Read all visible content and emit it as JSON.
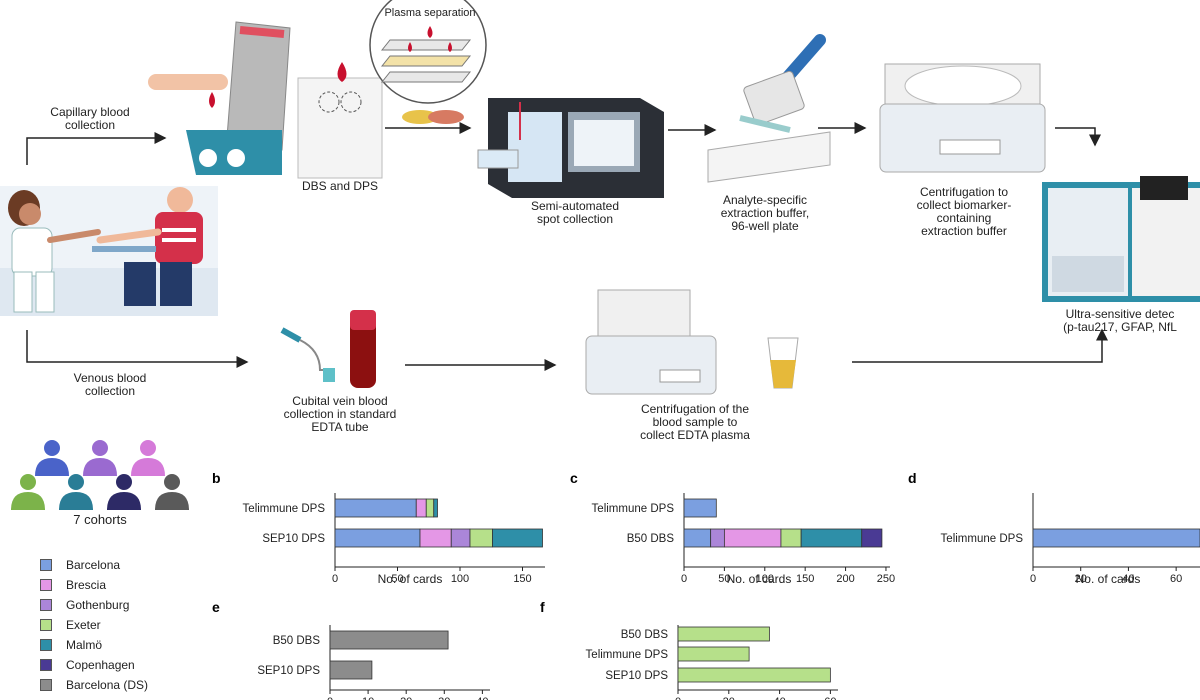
{
  "workflow": {
    "plasma_separation": "Plasma separation",
    "capillary": "Capillary blood\ncollection",
    "dbs_dps": "DBS and DPS",
    "semi_automated": "Semi-automated\nspot collection",
    "extraction_buffer": "Analyte-specific\nextraction buffer,\n96-well plate",
    "centrifugation_top": "Centrifugation to\ncollect biomarker-\ncontaining\nextraction buffer",
    "ultra_sensitive": "Ultra-sensitive detec\n(p-tau217, GFAP, NfL",
    "venous": "Venous blood\ncollection",
    "cubital": "Cubital vein blood\ncollection in standard\nEDTA tube",
    "centrifugation_bottom": "Centrifugation of the\nblood sample to\ncollect EDTA plasma"
  },
  "cohorts_label": "7 cohorts",
  "cohort_icon_colors": [
    "#4a63c9",
    "#9a6ad0",
    "#d57ad9",
    "#7cb34a",
    "#2a7d96",
    "#2d2a66",
    "#5a5a5a"
  ],
  "legend": [
    {
      "label": "Barcelona",
      "color": "#7b9fe0"
    },
    {
      "label": "Brescia",
      "color": "#e497e6"
    },
    {
      "label": "Gothenburg",
      "color": "#ab86d9"
    },
    {
      "label": "Exeter",
      "color": "#b6e08a"
    },
    {
      "label": "Malmö",
      "color": "#2e8fa8"
    },
    {
      "label": "Copenhagen",
      "color": "#4a3a94"
    },
    {
      "label": "Barcelona (DS)",
      "color": "#8c8c8c"
    }
  ],
  "chart_data": [
    {
      "panel": "b",
      "type": "bar",
      "orientation": "horizontal",
      "stacked": true,
      "categories": [
        "Telimmune DPS",
        "SEP10 DPS"
      ],
      "series": [
        {
          "name": "Barcelona",
          "color": "#7b9fe0",
          "values": [
            65,
            68
          ]
        },
        {
          "name": "Brescia",
          "color": "#e497e6",
          "values": [
            8,
            25
          ]
        },
        {
          "name": "Gothenburg",
          "color": "#ab86d9",
          "values": [
            0,
            15
          ]
        },
        {
          "name": "Exeter",
          "color": "#b6e08a",
          "values": [
            6,
            18
          ]
        },
        {
          "name": "Malmö",
          "color": "#2e8fa8",
          "values": [
            3,
            40
          ]
        }
      ],
      "xlabel": "No. of cards",
      "xticks": [
        0,
        50,
        100,
        150
      ],
      "xlim": [
        0,
        168
      ]
    },
    {
      "panel": "c",
      "type": "bar",
      "orientation": "horizontal",
      "stacked": true,
      "categories": [
        "Telimmune DPS",
        "B50 DBS"
      ],
      "series": [
        {
          "name": "Barcelona",
          "color": "#7b9fe0",
          "values": [
            40,
            33
          ]
        },
        {
          "name": "Gothenburg",
          "color": "#ab86d9",
          "values": [
            0,
            17
          ]
        },
        {
          "name": "Brescia",
          "color": "#e497e6",
          "values": [
            0,
            70
          ]
        },
        {
          "name": "Exeter",
          "color": "#b6e08a",
          "values": [
            0,
            25
          ]
        },
        {
          "name": "Malmö",
          "color": "#2e8fa8",
          "values": [
            0,
            75
          ]
        },
        {
          "name": "Copenhagen",
          "color": "#4a3a94",
          "values": [
            0,
            25
          ]
        }
      ],
      "xlabel": "No. of cards",
      "xticks": [
        0,
        50,
        100,
        150,
        200,
        250
      ],
      "xlim": [
        0,
        255
      ]
    },
    {
      "panel": "d",
      "type": "bar",
      "orientation": "horizontal",
      "categories": [
        "Telimmune DPS"
      ],
      "series": [
        {
          "name": "Barcelona",
          "color": "#7b9fe0",
          "values": [
            70
          ]
        }
      ],
      "xlabel": "No. of cards",
      "xticks": [
        0,
        20,
        40,
        60
      ],
      "xlim": [
        0,
        70
      ]
    },
    {
      "panel": "e",
      "type": "bar",
      "orientation": "horizontal",
      "categories": [
        "B50 DBS",
        "SEP10 DPS"
      ],
      "series": [
        {
          "name": "Barcelona (DS)",
          "color": "#8c8c8c",
          "values": [
            31,
            11
          ]
        }
      ],
      "xticks": [
        0,
        10,
        20,
        30,
        40
      ],
      "xlim": [
        0,
        42
      ]
    },
    {
      "panel": "f",
      "type": "bar",
      "orientation": "horizontal",
      "categories": [
        "B50 DBS",
        "Telimmune DPS",
        "SEP10 DPS"
      ],
      "series": [
        {
          "name": "Exeter",
          "color": "#b6e08a",
          "values": [
            36,
            28,
            60
          ]
        }
      ],
      "xticks": [
        0,
        20,
        40,
        60
      ],
      "xlim": [
        0,
        63
      ]
    }
  ],
  "panel_letters": [
    "b",
    "c",
    "d",
    "e",
    "f"
  ]
}
